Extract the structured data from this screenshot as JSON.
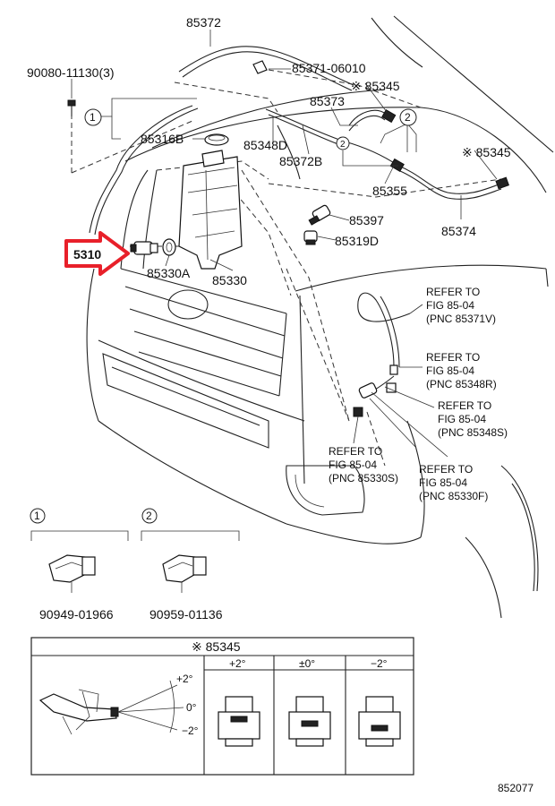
{
  "labels": {
    "p85372": "85372",
    "p90080": "90080-11130(3)",
    "p85371": "85371-06010",
    "p85345a": "※ 85345",
    "p85373": "85373",
    "p85316b": "85316B",
    "p85348d": "85348D",
    "p85372b": "85372B",
    "p85345b": "※ 85345",
    "p85355": "85355",
    "p85374": "85374",
    "p85397": "85397",
    "p85319d": "85319D",
    "p85310": "5310",
    "p85330a": "85330A",
    "p85330": "85330",
    "p90949": "90949-01966",
    "p90959": "90959-01136",
    "diagram_id": "852077"
  },
  "callouts": {
    "c1": "1",
    "c2": "2",
    "c2b": "2",
    "leg1": "1",
    "leg2": "2"
  },
  "refs": {
    "r1": [
      "REFER TO",
      "FIG 85-04",
      "(PNC 85371V)"
    ],
    "r2": [
      "REFER TO",
      "FIG 85-04",
      "(PNC 85348R)"
    ],
    "r3": [
      "REFER TO",
      "FIG 85-04",
      "(PNC 85348S)"
    ],
    "r4": [
      "REFER TO",
      "FIG 85-04",
      "(PNC 85330S)"
    ],
    "r5": [
      "REFER TO",
      "FIG 85-04",
      "(PNC 85330F)"
    ]
  },
  "detail": {
    "title": "※ 85345",
    "angles": [
      "+2°",
      "0°",
      "−2°"
    ],
    "columns": [
      "+2°",
      "±0°",
      "−2°"
    ]
  },
  "colors": {
    "highlight": "#e8202a",
    "ink": "#111111"
  }
}
